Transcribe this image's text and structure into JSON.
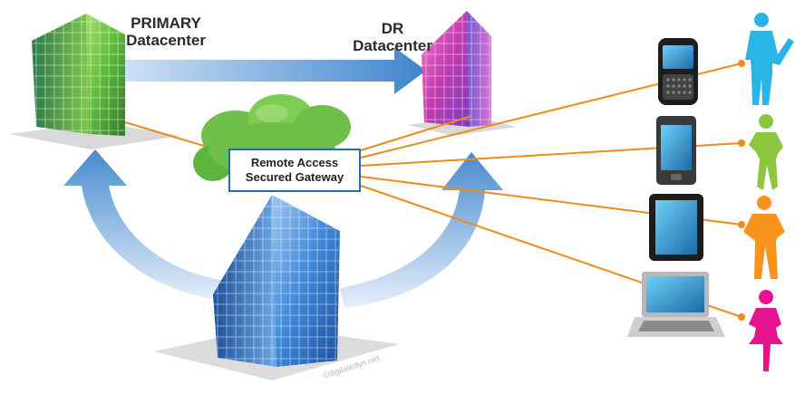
{
  "labels": {
    "primary_line1": "PRIMARY",
    "primary_line2": "Datacenter",
    "dr_line1": "DR",
    "dr_line2": "Datacenter",
    "gateway_line1": "Remote Access",
    "gateway_line2": "Secured Gateway"
  },
  "watermark": "©digitaledyn.net",
  "icons": {
    "primary_building": "green-office-building",
    "dr_building": "purple-office-building",
    "main_building": "blue-office-building",
    "cloud": "green-cloud",
    "devices": [
      "blackberry-phone",
      "pda-phone",
      "tablet",
      "laptop"
    ],
    "people": [
      "blue-person",
      "green-person",
      "orange-person",
      "magenta-person"
    ]
  },
  "colors": {
    "arrow_blue": "#4f8fd0",
    "connector_orange": "#ef8a1c",
    "gateway_border": "#1f6fb0",
    "person_blue": "#29b6e6",
    "person_green": "#8cc63f",
    "person_orange": "#f7941d",
    "person_magenta": "#e5138c"
  }
}
